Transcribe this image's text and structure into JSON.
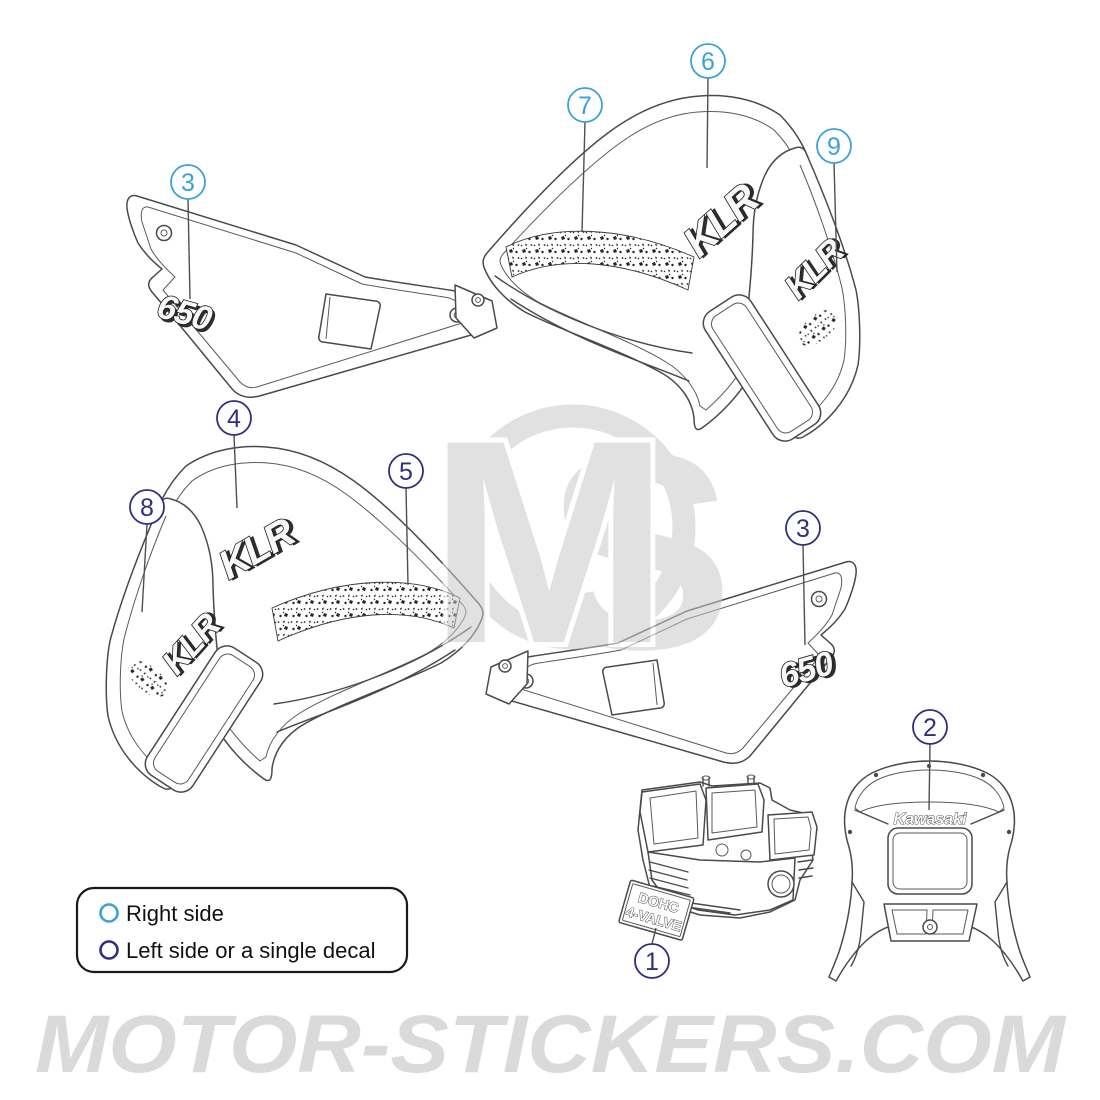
{
  "legend": {
    "items": [
      {
        "label": "Right side",
        "color": "#3BA1DA"
      },
      {
        "label": "Left side or a single decal",
        "color": "#312D80"
      }
    ]
  },
  "callouts": [
    {
      "number": "3",
      "side": "right",
      "color": "#3BA1DA"
    },
    {
      "number": "7",
      "side": "right",
      "color": "#3BA1DA"
    },
    {
      "number": "6",
      "side": "right",
      "color": "#3BA1DA"
    },
    {
      "number": "9",
      "side": "right",
      "color": "#3BA1DA"
    },
    {
      "number": "4",
      "side": "left",
      "color": "#312D80"
    },
    {
      "number": "5",
      "side": "left",
      "color": "#312D80"
    },
    {
      "number": "8",
      "side": "left",
      "color": "#312D80"
    },
    {
      "number": "3",
      "side": "left",
      "color": "#312D80"
    },
    {
      "number": "2",
      "side": "left",
      "color": "#312D80"
    },
    {
      "number": "1",
      "side": "left",
      "color": "#312D80"
    }
  ],
  "decals": {
    "side_cover": "650",
    "tank_logo": "KLR",
    "engine_line1": "DOHC",
    "engine_line2": "4-VALVE",
    "fairing_brand": "Kawasaki"
  },
  "watermark": {
    "letters": [
      "M",
      "S"
    ],
    "site": "MOTOR-STICKERS.COM"
  }
}
